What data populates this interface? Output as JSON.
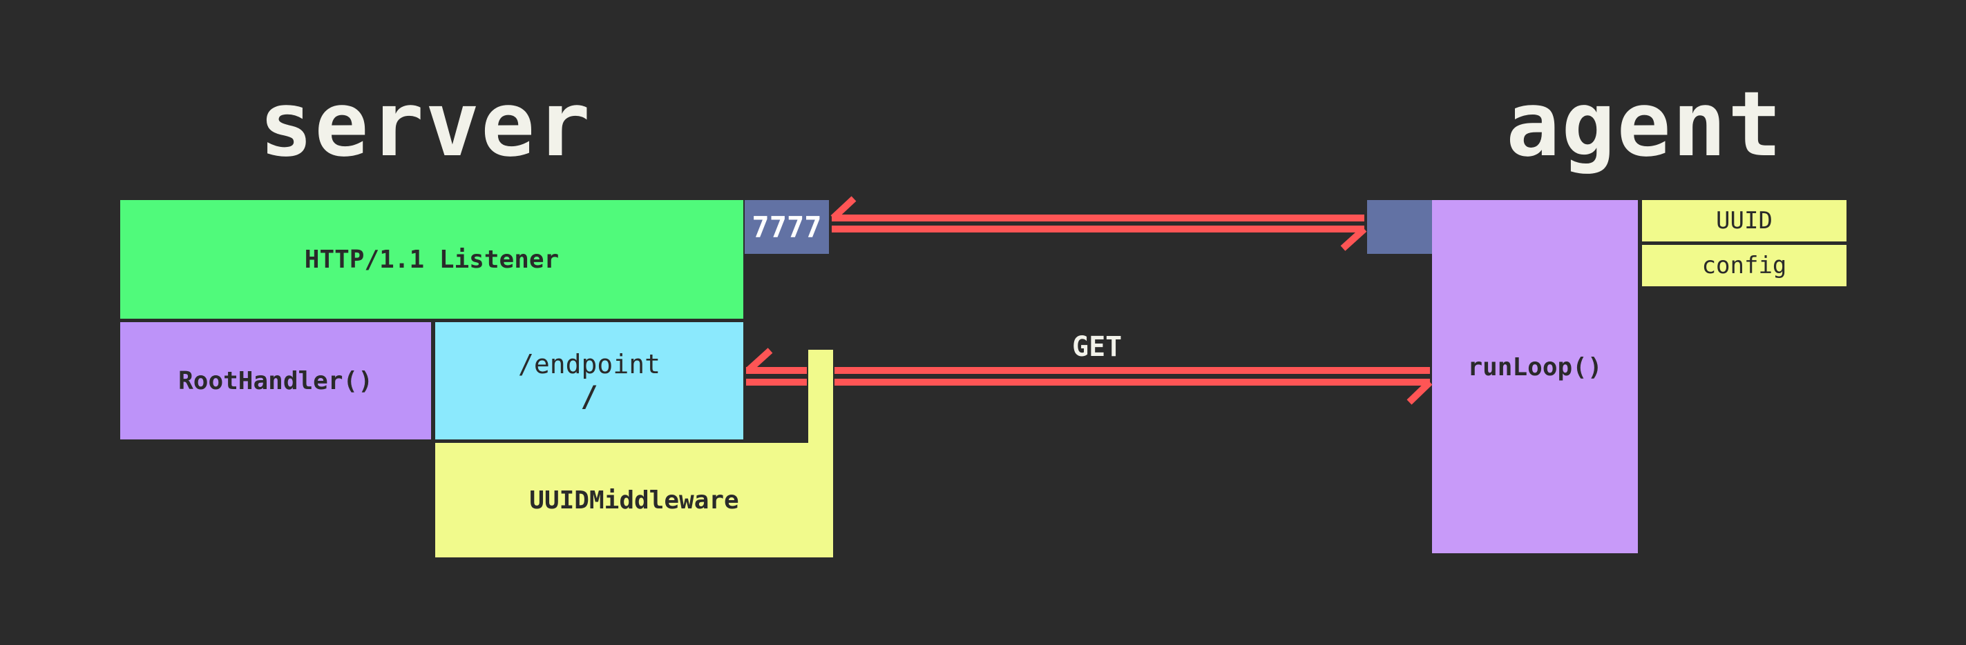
{
  "server": {
    "title": "server",
    "listener_label": "HTTP/1.1 Listener",
    "port_label": "7777",
    "root_handler_label": "RootHandler()",
    "endpoint_line1": "/endpoint",
    "endpoint_line2": "/",
    "middleware_label": "UUIDMiddleware"
  },
  "agent": {
    "title": "agent",
    "runloop_label": "runLoop()",
    "uuid_label": "UUID",
    "config_label": "config"
  },
  "connections": {
    "get_label": "GET"
  },
  "colors": {
    "background": "#2b2b2b",
    "listener": "#50fa7b",
    "handler": "#bd93f9",
    "endpoint": "#8be9fd",
    "middleware": "#f1fa8c",
    "port": "#6272a4",
    "arrow": "#ff5555"
  }
}
